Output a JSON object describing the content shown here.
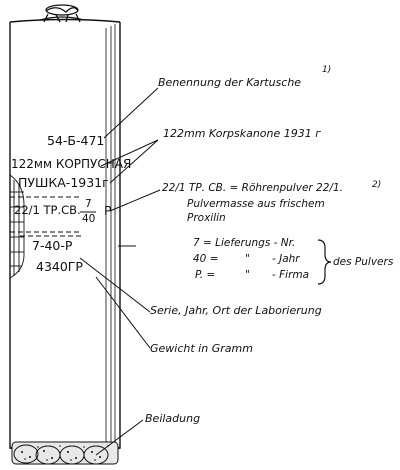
{
  "cartridge_markings": {
    "index": "54-Б-471",
    "name_line1": "122мм КОРПУСНАЯ",
    "name_line2": "ПУШКА-1931г",
    "powder_prefix": "22/1 ТР.СВ.",
    "fraction_top": "7",
    "fraction_bottom": "40",
    "powder_suffix": "Р",
    "series": "7-40-Р",
    "weight": "4340ГР"
  },
  "annotations": {
    "benennung": "Benennung der Kartusche",
    "benennung_note": "1)",
    "korpskanone": "122mm Korpskanone 1931 г",
    "powder_line1": "22/1 ТР. СВ. = Röhrenpulver 22/1.",
    "powder_note": "2)",
    "powder_line2": "Pulvermasse aus frischem",
    "powder_line3": "Proxilin",
    "lief": "7 = Lieferungs - Nr.",
    "jahr_num": "40 =",
    "jahr_ditto": "\"",
    "jahr_word": "- Jahr",
    "firma_p": "P. =",
    "firma_ditto": "\"",
    "firma_word": "- Firma",
    "des_pulvers": "des Pulvers",
    "serie": "Serie, Jahr, Ort der Laborierung",
    "gewicht": "Gewicht in Gramm",
    "beiladung": "Beiladung"
  }
}
